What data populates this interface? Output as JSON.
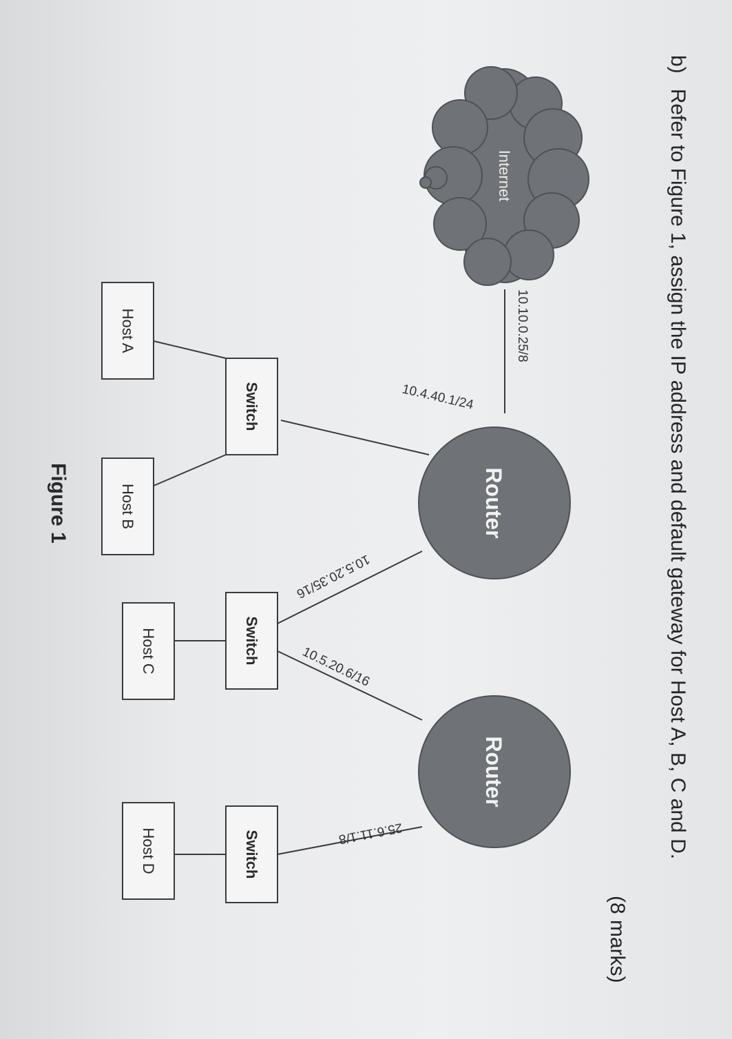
{
  "question": {
    "label": "b)",
    "text": "Refer to Figure 1, assign the IP address and default gateway for Host A, B, C and D.",
    "marks": "(8 marks)"
  },
  "figure": {
    "caption": "Figure 1",
    "cloud": {
      "label": "Internet"
    },
    "routers": [
      {
        "label": "Router"
      },
      {
        "label": "Router"
      }
    ],
    "switches": [
      {
        "label": "Switch"
      },
      {
        "label": "Switch"
      },
      {
        "label": "Switch"
      }
    ],
    "hosts": [
      {
        "label": "Host A"
      },
      {
        "label": "Host B"
      },
      {
        "label": "Host C"
      },
      {
        "label": "Host D"
      }
    ],
    "ip_labels": {
      "internet_router": "10.10.0.25/8",
      "router1_switch1": "10.4.40.1/24",
      "router1_switch2": "10.5.20.35/16",
      "router2_switch2": "10.5.20.6/16",
      "router2_switch3": "25.6.11.1/8"
    },
    "colors": {
      "node_fill": "#6f7276",
      "box_fill": "#f5f5f5",
      "line": "#3a3a3a"
    }
  }
}
